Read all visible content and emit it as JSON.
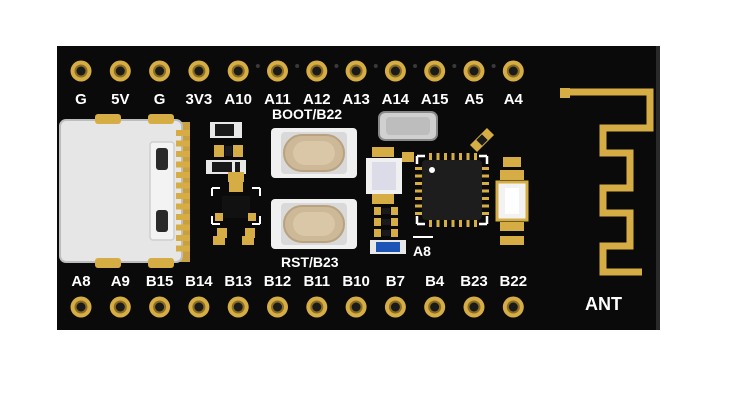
{
  "board": {
    "pcb_color": "#0a0a0a",
    "gold_color": "#d6ad45",
    "silk_color": "#ffffff"
  },
  "top_pins": [
    "G",
    "5V",
    "G",
    "3V3",
    "A10",
    "A11",
    "A12",
    "A13",
    "A14",
    "A15",
    "A5",
    "A4"
  ],
  "bottom_pins": [
    "A8",
    "A9",
    "B15",
    "B14",
    "B13",
    "B12",
    "B11",
    "B10",
    "B7",
    "B4",
    "B23",
    "B22"
  ],
  "silkscreen": {
    "boot_label": "BOOT/B22",
    "reset_label": "RST/B23",
    "led_label": "A8",
    "antenna_label": "ANT"
  }
}
